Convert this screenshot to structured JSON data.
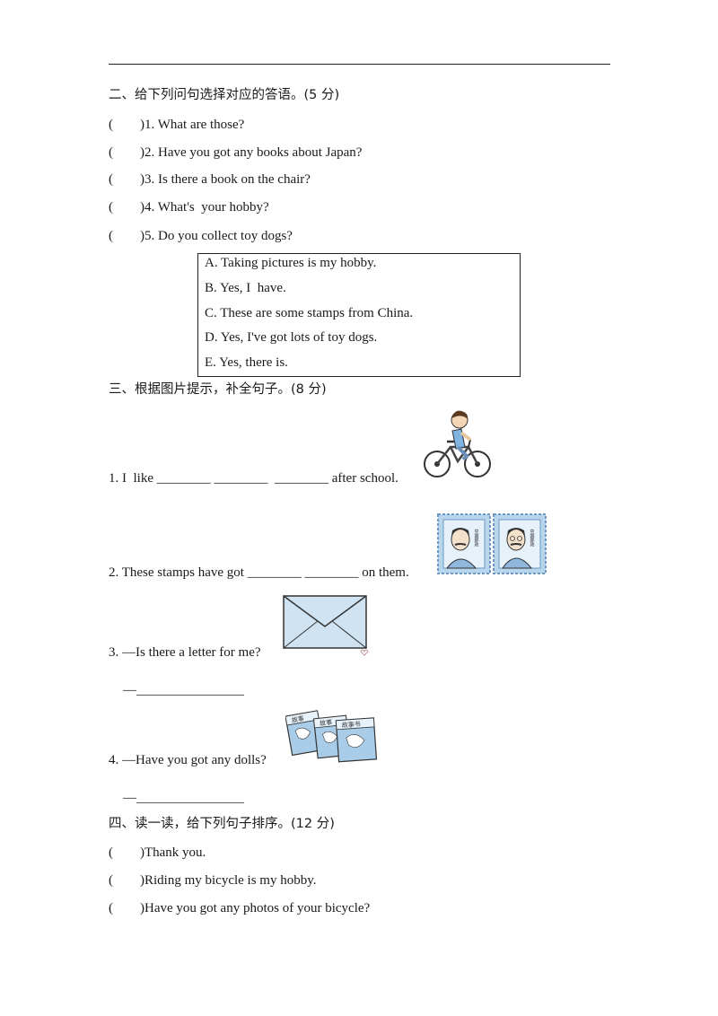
{
  "section2": {
    "heading": "二、给下列问句选择对应的答语。(5 分)",
    "questions": [
      "(        )1. What are those?",
      "(        )2. Have you got any books about Japan?",
      "(        )3. Is there a book on the chair?",
      "(        )4. What's  your hobby?",
      "(        )5. Do you collect toy dogs?"
    ],
    "options": [
      "A. Taking pictures is my hobby.",
      "B. Yes, I  have.",
      "C. These are some stamps from China.",
      "D. Yes, I've got lots of toy dogs.",
      "E. Yes, there is."
    ]
  },
  "section3": {
    "heading": "三、根据图片提示，补全句子。(8 分)",
    "items": [
      "1. I  like ________ ________  ________ after school.",
      "2. These stamps have got ________ ________ on them.",
      "3. —Is there a letter for me?",
      "4. —Have you got any dolls?"
    ],
    "answer_lines": [
      "—________________",
      "—________________"
    ],
    "stamp_text": [
      "中国邮政",
      "中国邮政"
    ],
    "book_titles": [
      "故事",
      "故事",
      "故事书"
    ]
  },
  "section4": {
    "heading": "四、读一读，给下列句子排序。(12 分)",
    "items": [
      "(        )Thank you.",
      "(        )Riding my bicycle is my hobby.",
      "(        )Have you got any photos of your bicycle?"
    ]
  },
  "colors": {
    "text": "#1a1a1a",
    "stamp_blue": "#8fb8dc",
    "envelope_fill": "#cfe3f2",
    "book_blue": "#a9cde8"
  }
}
